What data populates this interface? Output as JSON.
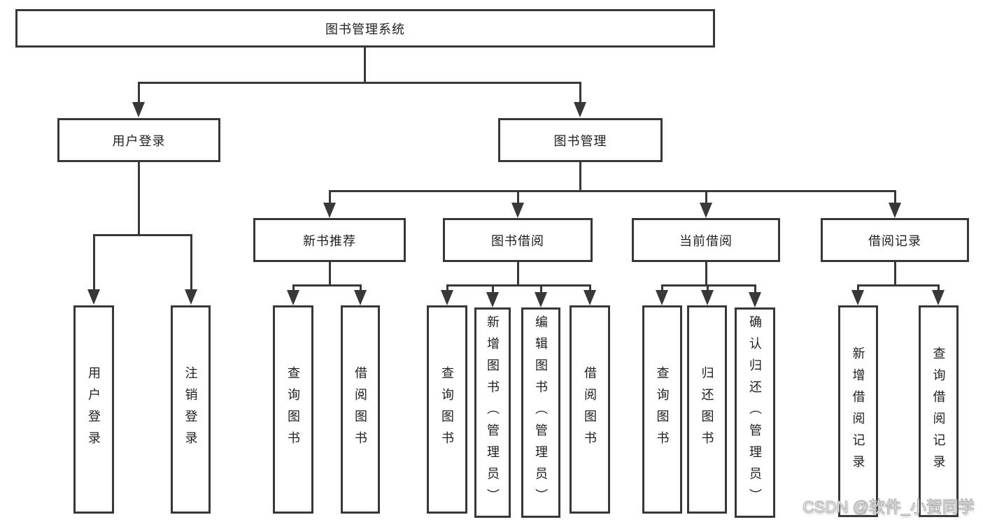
{
  "diagram": {
    "title": "图书管理系统",
    "branches": [
      {
        "label": "用户登录",
        "children": [
          {
            "label": "用户登录"
          },
          {
            "label": "注销登录"
          }
        ]
      },
      {
        "label": "图书管理",
        "children": [
          {
            "label": "新书推荐",
            "children": [
              {
                "label": "查询图书"
              },
              {
                "label": "借阅图书"
              }
            ]
          },
          {
            "label": "图书借阅",
            "children": [
              {
                "label": "查询图书"
              },
              {
                "label": "新增图书（管理员）"
              },
              {
                "label": "编辑图书（管理员）"
              },
              {
                "label": "借阅图书"
              }
            ]
          },
          {
            "label": "当前借阅",
            "children": [
              {
                "label": "查询图书"
              },
              {
                "label": "归还图书"
              },
              {
                "label": "确认归还（管理员）"
              }
            ]
          },
          {
            "label": "借阅记录",
            "children": [
              {
                "label": "新增借阅记录"
              },
              {
                "label": "查询借阅记录"
              }
            ]
          }
        ]
      }
    ]
  },
  "watermark": {
    "text": "CSDN @软件_小贺同学"
  },
  "colors": {
    "line": "#383838",
    "text": "#1f1f1f",
    "background": "#ffffff",
    "watermark_fill": "#ffffff",
    "watermark_stroke": "#ababab"
  }
}
